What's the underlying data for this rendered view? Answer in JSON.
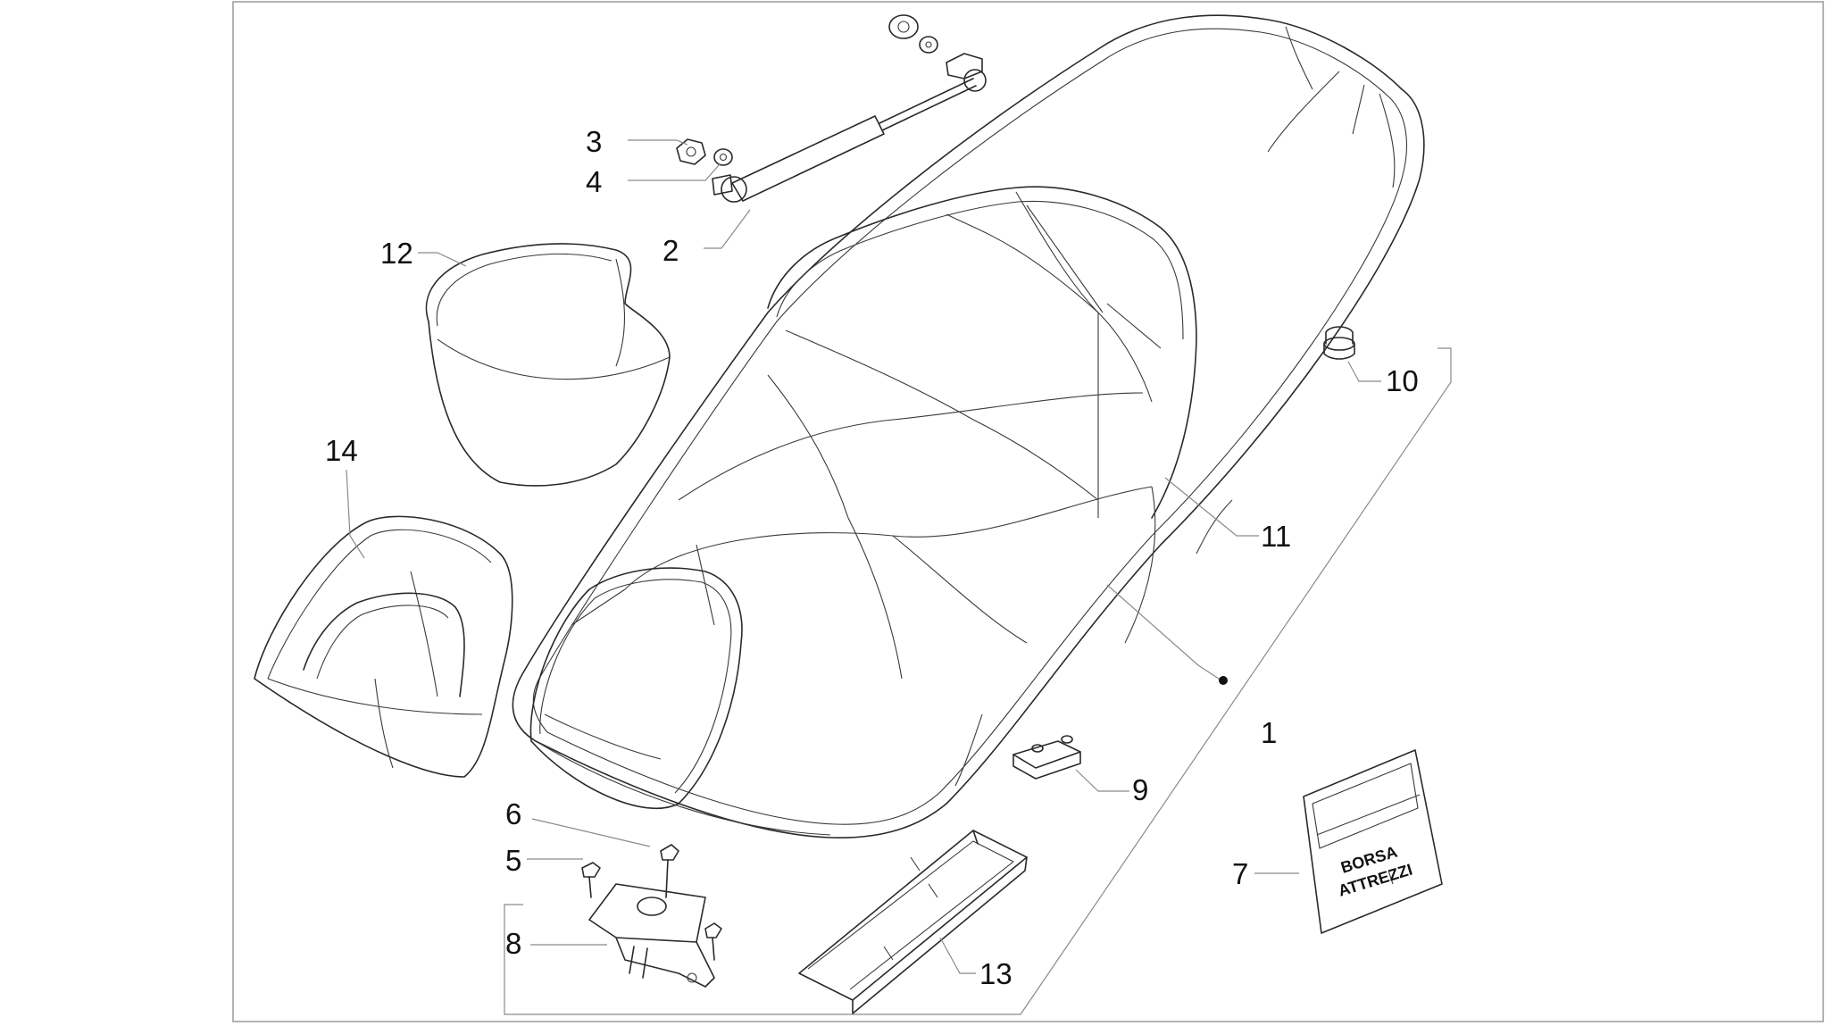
{
  "diagram": {
    "callouts": [
      {
        "id": "c1",
        "number": "1"
      },
      {
        "id": "c2",
        "number": "2"
      },
      {
        "id": "c3",
        "number": "3"
      },
      {
        "id": "c4",
        "number": "4"
      },
      {
        "id": "c5",
        "number": "5"
      },
      {
        "id": "c6",
        "number": "6"
      },
      {
        "id": "c7",
        "number": "7"
      },
      {
        "id": "c8",
        "number": "8"
      },
      {
        "id": "c9",
        "number": "9"
      },
      {
        "id": "c10",
        "number": "10"
      },
      {
        "id": "c11",
        "number": "11"
      },
      {
        "id": "c12",
        "number": "12"
      },
      {
        "id": "c13",
        "number": "13"
      },
      {
        "id": "c14",
        "number": "14"
      }
    ],
    "tool_bag": {
      "line1": "BORSA",
      "line2": "ATTREZZI"
    },
    "colors": {
      "line": "#2a2a2a",
      "leader": "#8a8a8a",
      "frame": "#9a9a9a"
    }
  }
}
